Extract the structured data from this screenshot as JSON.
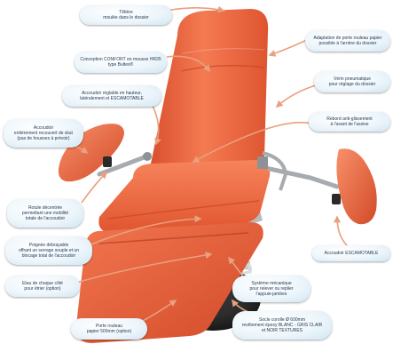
{
  "colors": {
    "upholstery": "#f0643c",
    "upholstery_dark": "#c84426",
    "frame": "#a9adb1",
    "frame_dark": "#5f6368",
    "base": "#2a2a2a",
    "arrow": "#e8a07e",
    "label_bg": "#e8f3fa",
    "label_text": "#1e3550"
  },
  "labels": [
    {
      "id": "headrest",
      "text": "Têtière\nmoulée dans le dossier"
    },
    {
      "id": "paper-roll-top",
      "text": "Adaptation de porte rouleau papier\npossible à l'arrière du dossier"
    },
    {
      "id": "comfort-foam",
      "text": "Conception CONFORT en mousse HR35\ntype Bultex®"
    },
    {
      "id": "pneumatic-jack",
      "text": "Vérin pneumatique\npour réglage du dossier"
    },
    {
      "id": "adjustable-armrest",
      "text": "Accoudoir réglable en hauteur,\nlatéralement et ESCAMOTABLE"
    },
    {
      "id": "antislip-edge",
      "text": "Rebord anti-glissement\nà l'avant de l'assise"
    },
    {
      "id": "armrest-covered",
      "text": "Accoudoir\nentièrement recouvert de skaï\n(pas de housses à prévoir)"
    },
    {
      "id": "offset-ball-joint",
      "text": "Rotule décentrée\npermettant une mobilité\ntotale de l'accoudoir"
    },
    {
      "id": "removable-handle",
      "text": "Poignée débrayable\noffrant un serrage souple et un\nblocage total de l'accoudoir"
    },
    {
      "id": "retractable-armrest",
      "text": "Accoudoir ESCAMOTABLE"
    },
    {
      "id": "side-clamp",
      "text": "Etau de chaque côté\npour étrier (option)"
    },
    {
      "id": "leg-mechanism",
      "text": "Système mécanique\npour relever ou replier\nl'appuie-jambes"
    },
    {
      "id": "paper-roll-bottom",
      "text": "Porte rouleau\npapier 500mm (option)"
    },
    {
      "id": "base-plate",
      "text": "Socle corolle Ø 600mm\nrevêtement époxy BLANC - GRIS CLAIR\net NOIR TEXTURES"
    }
  ]
}
